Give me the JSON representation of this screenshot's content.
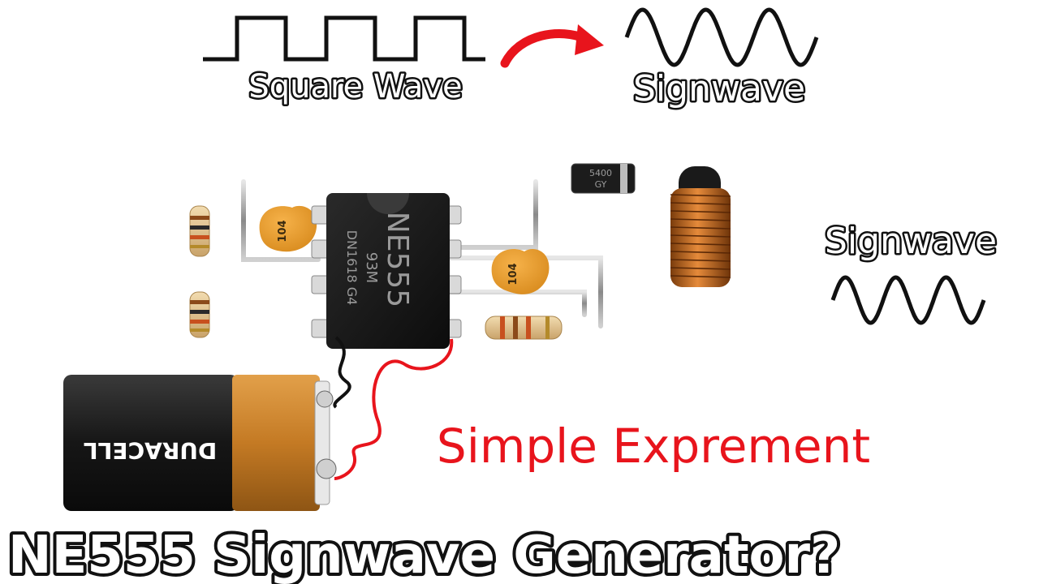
{
  "top_labels": {
    "input": "Square Wave",
    "output": "Signwave"
  },
  "circuit": {
    "chip_label": "NE555",
    "chip_code_1": "93M",
    "chip_code_2": "DN1618 G4",
    "capacitor_code": "104",
    "diode_code_1": "5400",
    "diode_code_2": "GY"
  },
  "battery_brand": "DURACELL",
  "side_label": "Signwave",
  "caption": "Simple Exprement",
  "title": "NE555 Signwave Generator?",
  "colors": {
    "accent_red": "#e8141c",
    "battery_copper": "#c8862e",
    "battery_black": "#1a1a1a",
    "coil_copper": "#b8651e"
  }
}
